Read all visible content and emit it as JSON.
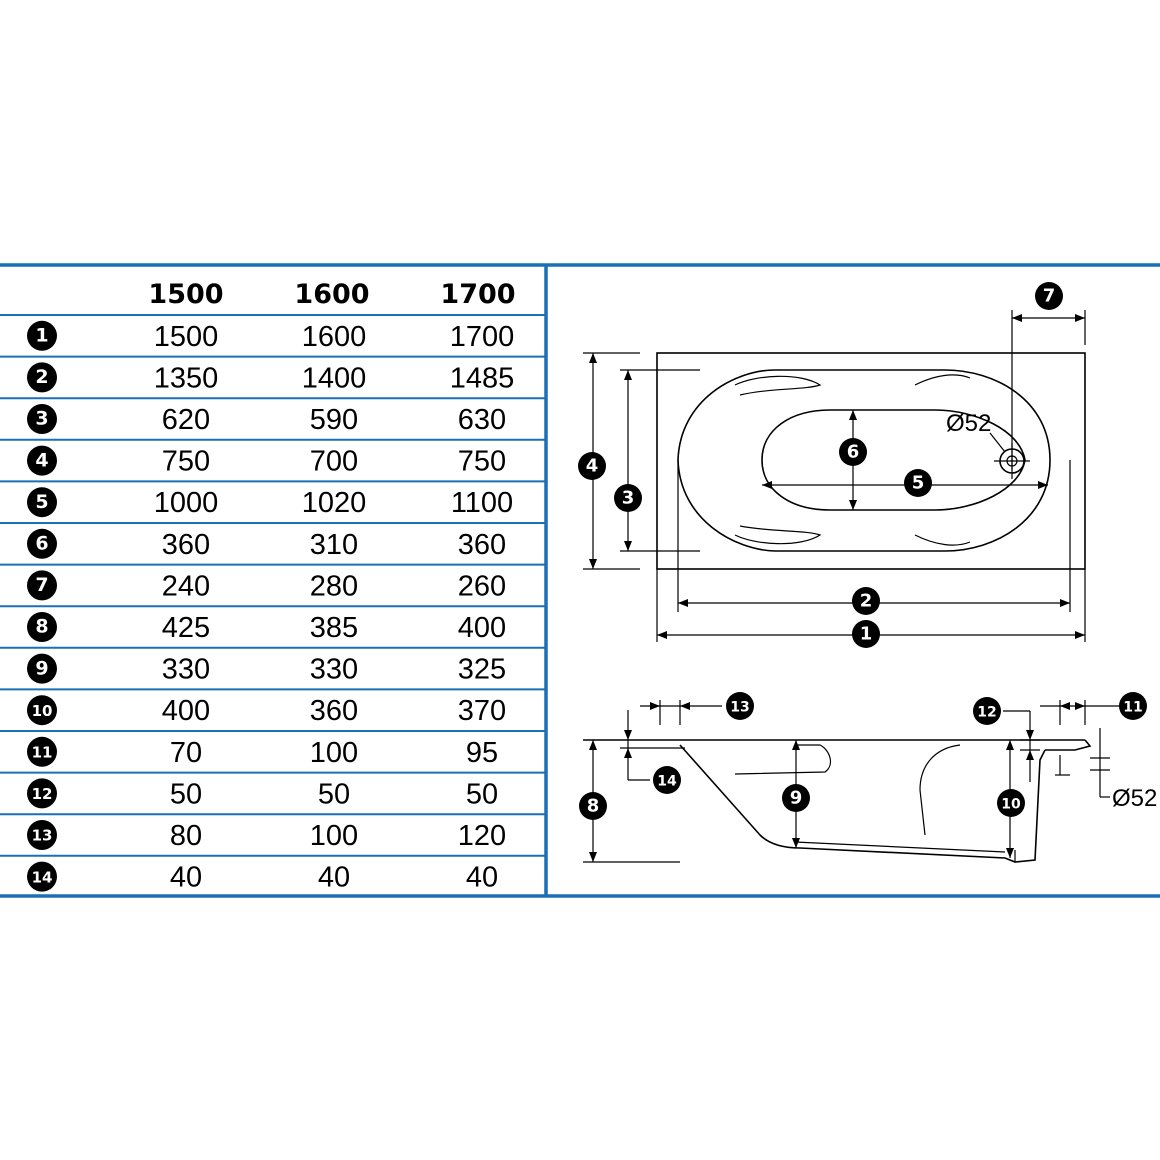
{
  "table": {
    "columns": [
      "1500",
      "1600",
      "1700"
    ],
    "rows": [
      {
        "marker": "1",
        "values": [
          "1500",
          "1600",
          "1700"
        ]
      },
      {
        "marker": "2",
        "values": [
          "1350",
          "1400",
          "1485"
        ]
      },
      {
        "marker": "3",
        "values": [
          "620",
          "590",
          "630"
        ]
      },
      {
        "marker": "4",
        "values": [
          "750",
          "700",
          "750"
        ]
      },
      {
        "marker": "5",
        "values": [
          "1000",
          "1020",
          "1100"
        ]
      },
      {
        "marker": "6",
        "values": [
          "360",
          "310",
          "360"
        ]
      },
      {
        "marker": "7",
        "values": [
          "240",
          "280",
          "260"
        ]
      },
      {
        "marker": "8",
        "values": [
          "425",
          "385",
          "400"
        ]
      },
      {
        "marker": "9",
        "values": [
          "330",
          "330",
          "325"
        ]
      },
      {
        "marker": "10",
        "values": [
          "400",
          "360",
          "370"
        ]
      },
      {
        "marker": "11",
        "values": [
          "70",
          "100",
          "95"
        ]
      },
      {
        "marker": "12",
        "values": [
          "50",
          "50",
          "50"
        ]
      },
      {
        "marker": "13",
        "values": [
          "80",
          "100",
          "120"
        ]
      },
      {
        "marker": "14",
        "values": [
          "40",
          "40",
          "40"
        ]
      }
    ]
  },
  "drawing": {
    "drain_top_label": "Ø52",
    "drain_side_label": "Ø52",
    "plan_markers": [
      "1",
      "2",
      "3",
      "4",
      "5",
      "6",
      "7"
    ],
    "section_markers": [
      "8",
      "9",
      "10",
      "11",
      "12",
      "13",
      "14"
    ]
  },
  "colors": {
    "frame": "#1a6fb5",
    "ink": "#000000",
    "badge": "#000000",
    "badge_text": "#ffffff"
  }
}
